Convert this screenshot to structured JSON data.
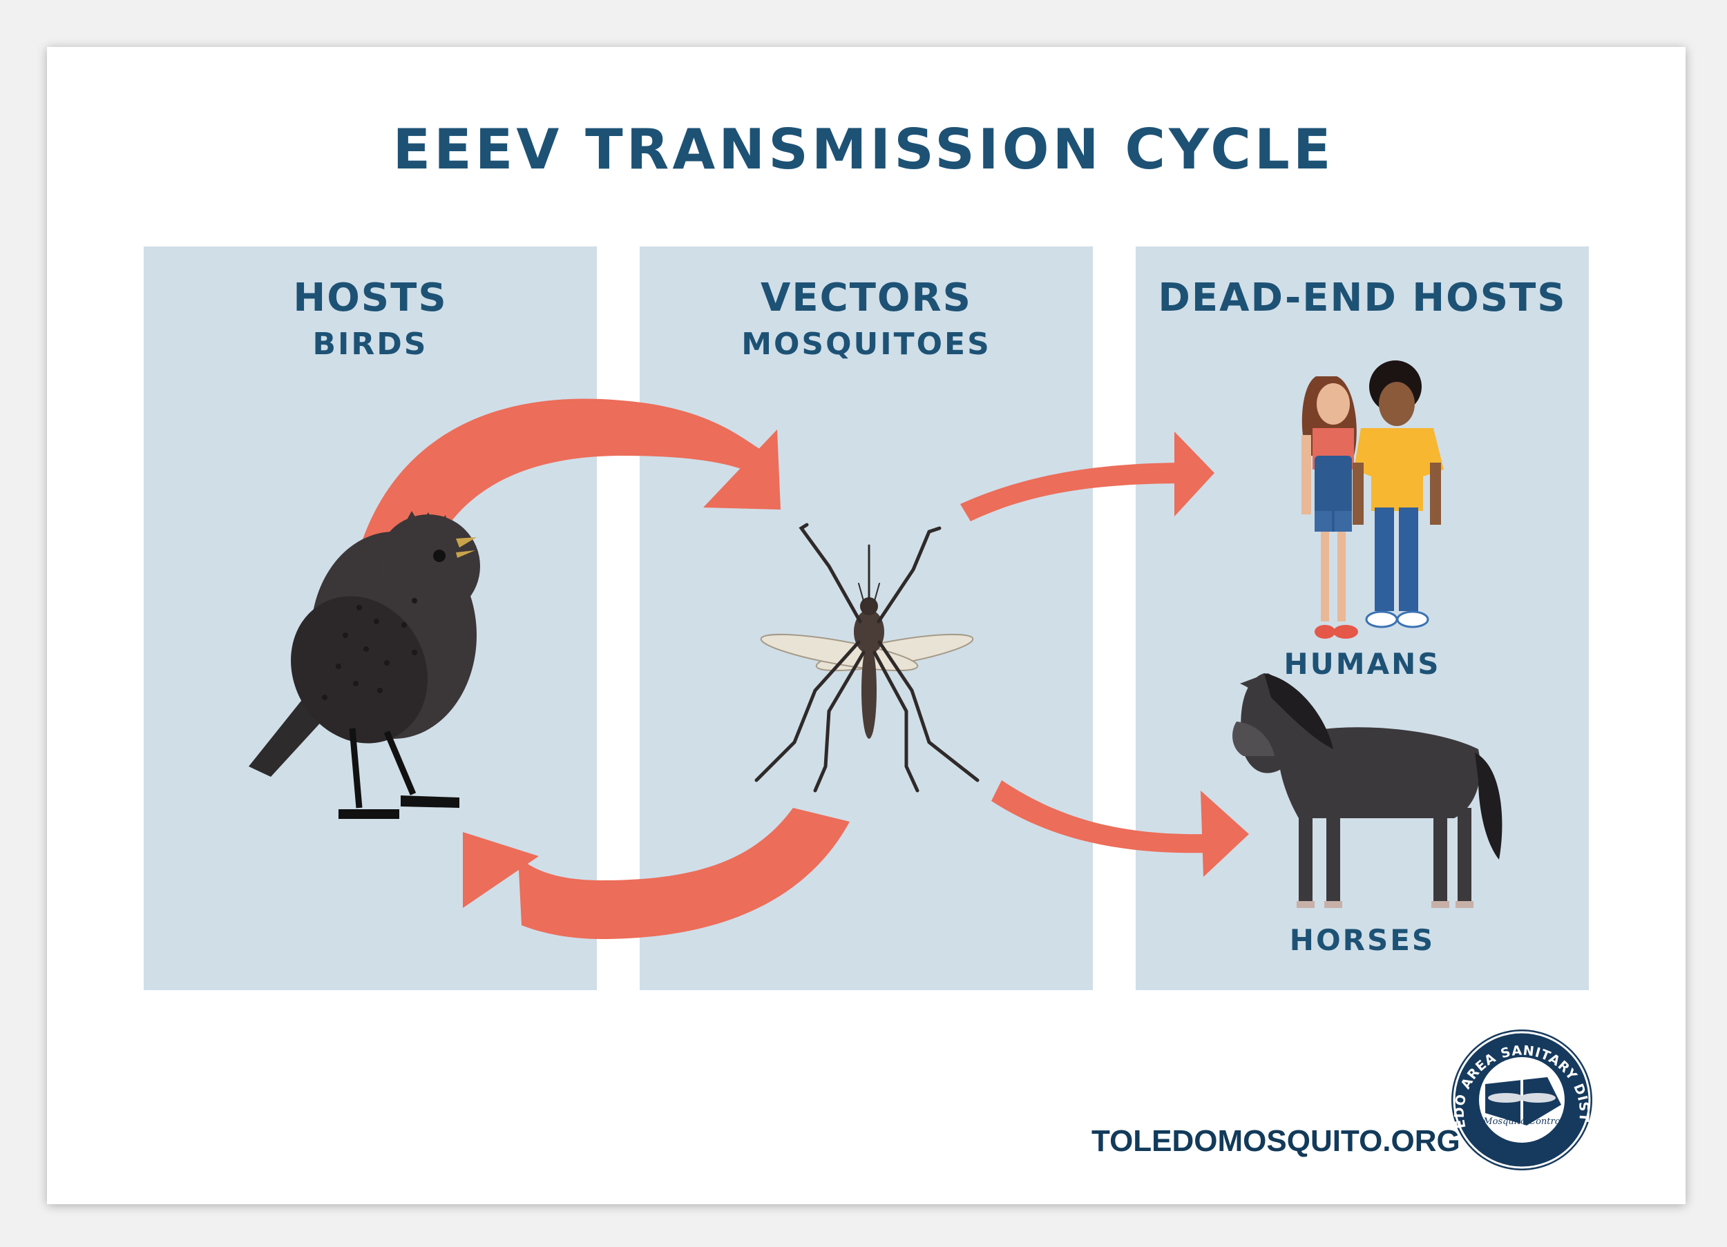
{
  "title": "EEEV TRANSMISSION CYCLE",
  "panels": [
    {
      "heading": "HOSTS",
      "subheading": "BIRDS"
    },
    {
      "heading": "VECTORS",
      "subheading": "MOSQUITOES"
    },
    {
      "heading": "DEAD-END HOSTS",
      "items": [
        "HUMANS",
        "HORSES"
      ]
    }
  ],
  "footer": {
    "website": "TOLEDOMOSQUITO.ORG",
    "seal_text": "TOLEDO AREA SANITARY DISTRICT",
    "seal_subtext": "Mosquito Control"
  },
  "colors": {
    "title": "#1d5275",
    "panel_bg": "#d0dee8",
    "arrow": "#ec6d59",
    "footer_text": "#123a5a"
  }
}
